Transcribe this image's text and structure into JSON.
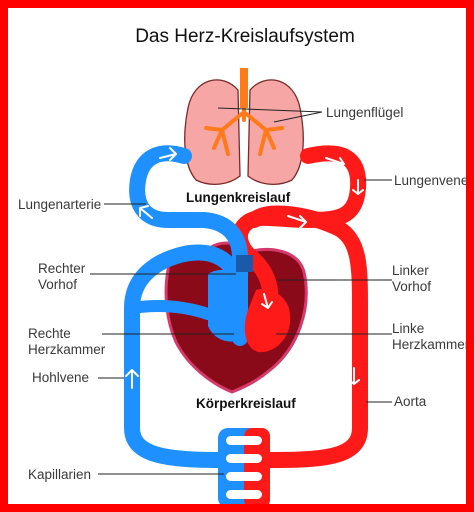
{
  "title": "Das Herz-Kreislaufsystem",
  "colors": {
    "frame": "#ff0000",
    "arterial": "#ff1a1a",
    "venous": "#1e90ff",
    "heart_dark": "#8b0a1a",
    "lung": "#f6a7a5"
  },
  "regions": {
    "pulmonary": "Lungenkreislauf",
    "systemic": "Körperkreislauf"
  },
  "labels": {
    "lungenfluegel": "Lungenflügel",
    "lungenvene": "Lungenvene",
    "lungenarterie": "Lungenarterie",
    "rechter_vorhof_1": "Rechter",
    "rechter_vorhof_2": "Vorhof",
    "linker_vorhof_1": "Linker",
    "linker_vorhof_2": "Vorhof",
    "rechte_kammer_1": "Rechte",
    "rechte_kammer_2": "Herzkammer",
    "linke_kammer_1": "Linke",
    "linke_kammer_2": "Herzkammer",
    "hohlvene": "Hohlvene",
    "aorta": "Aorta",
    "kapillarien": "Kapillarien"
  }
}
